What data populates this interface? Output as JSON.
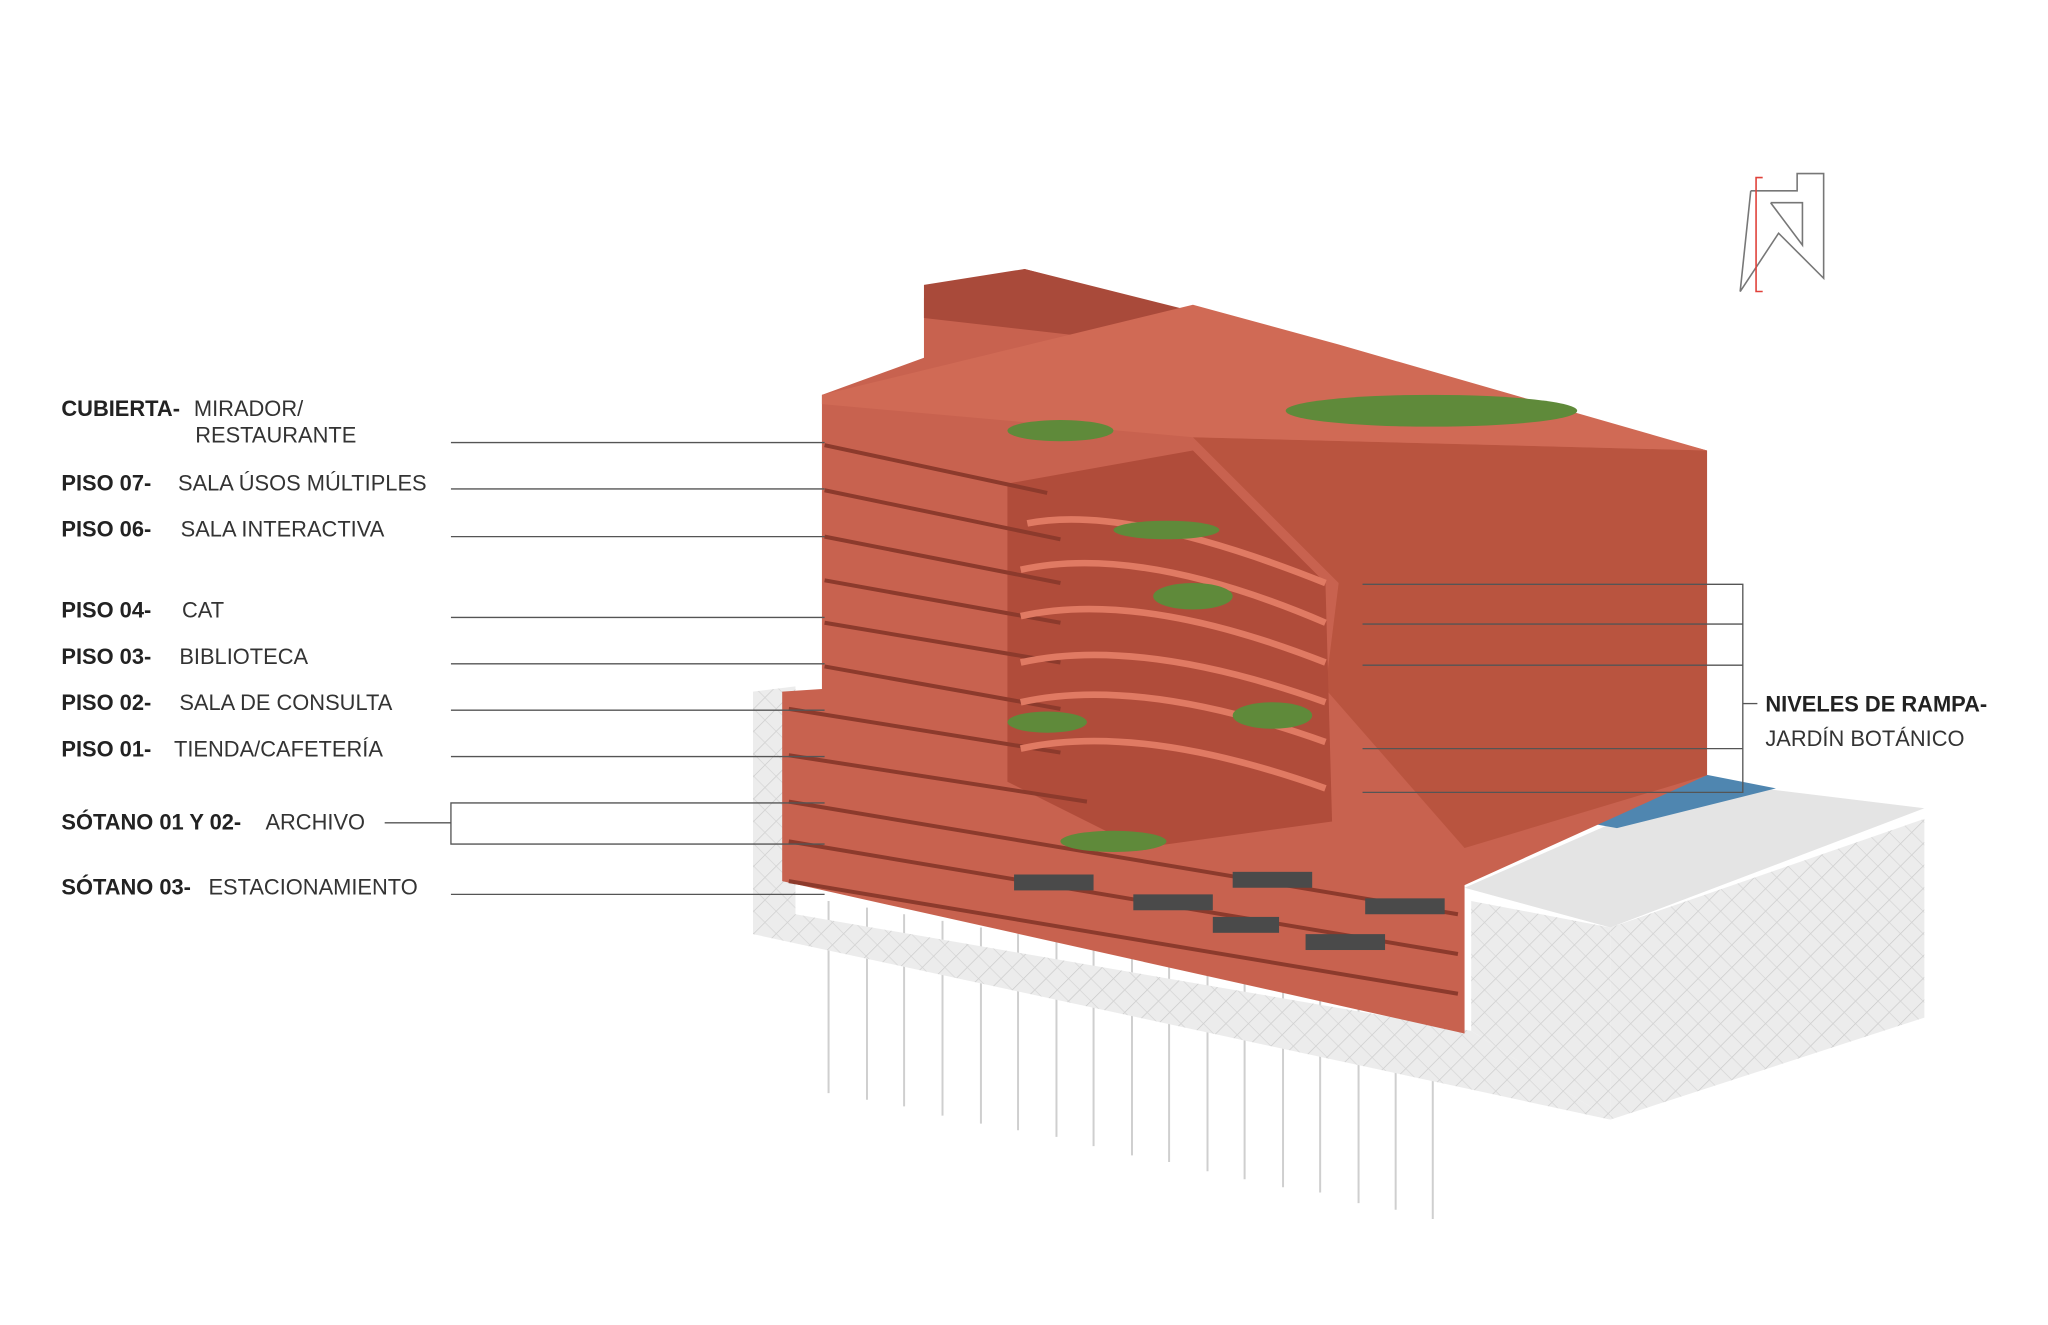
{
  "labels": [
    {
      "level": "CUBIERTA-",
      "use": "MIRADOR/",
      "use2": "RESTAURANTE"
    },
    {
      "level": "PISO 07-",
      "use": "SALA ÚSOS MÚLTIPLES"
    },
    {
      "level": "PISO 06-",
      "use": "SALA INTERACTIVA"
    },
    {
      "level": "PISO 04-",
      "use": "CAT"
    },
    {
      "level": "PISO 03-",
      "use": "BIBLIOTECA"
    },
    {
      "level": "PISO 02-",
      "use": "SALA DE CONSULTA"
    },
    {
      "level": "PISO 01-",
      "use": "TIENDA/CAFETERÍA"
    },
    {
      "level": "SÓTANO 01 Y 02-",
      "use": "ARCHIVO"
    },
    {
      "level": "SÓTANO 03-",
      "use": "ESTACIONAMIENTO"
    }
  ],
  "ramp": {
    "title": "NIVELES DE RAMPA-",
    "subtitle": "JARDÍN BOTÁNICO"
  },
  "colors": {
    "building": "#c8624f",
    "building_dark": "#a94a3a",
    "ground": "#e2e2e2",
    "water": "#4f86b0",
    "green": "#5f8a3a",
    "logo_accent": "#e0413a"
  }
}
